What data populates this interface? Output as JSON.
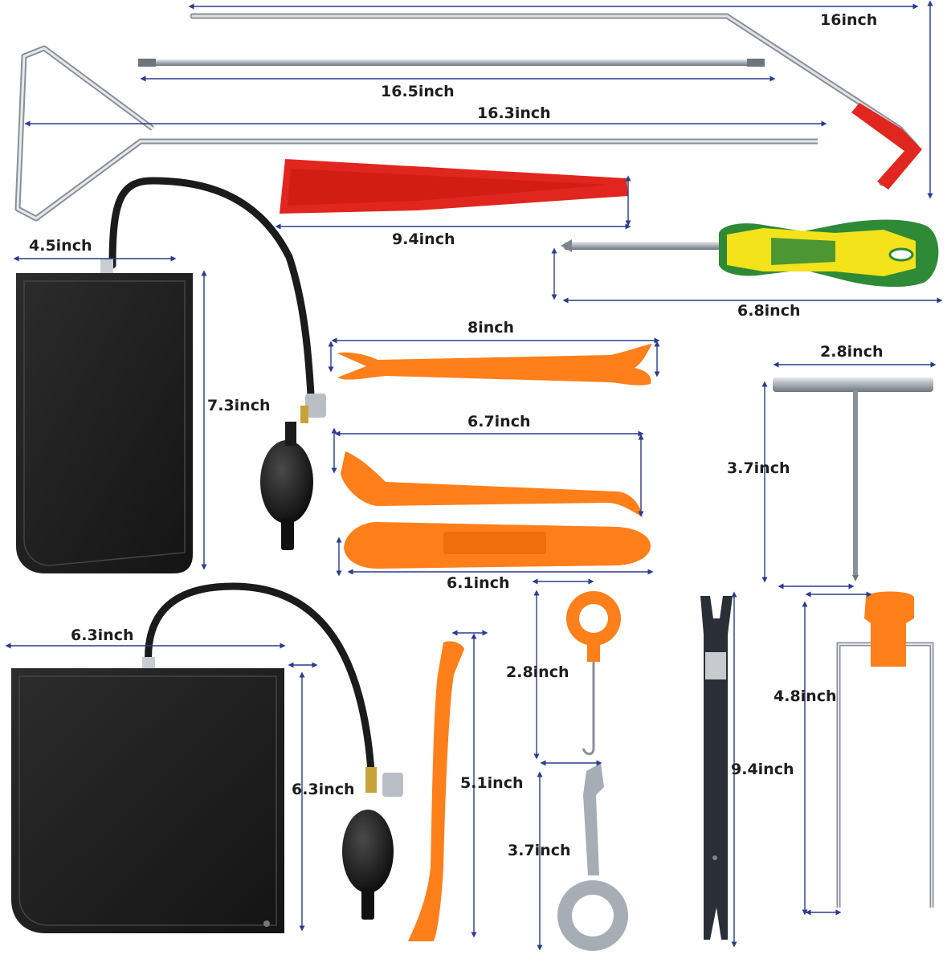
{
  "colors": {
    "background": "#ffffff",
    "dimension_line": "#2b3c8f",
    "label_text": "#1e1e1e",
    "steel": "#b9bec4",
    "steel_dark": "#7d848c",
    "red_tool": "#e1261f",
    "orange_tool": "#ff7f1a",
    "air_bag": "#1d1d1d",
    "handle_green": "#2e8a36",
    "handle_yellow": "#f4e21b"
  },
  "labels": {
    "long_reach_16": "16inch",
    "rod_16_5": "16.5inch",
    "hook_16_3": "16.3inch",
    "wedge_9_4": "9.4inch",
    "screwdriver_6_8": "6.8inch",
    "bag_small_width": "4.5inch",
    "bag_small_height": "7.3inch",
    "trim_8": "8inch",
    "trim_6_7": "6.7inch",
    "trim_6_1": "6.1inch",
    "t_handle_width": "2.8inch",
    "t_handle_height": "3.7inch",
    "bag_large_width": "6.3inch",
    "bag_large_height": "6.3inch",
    "pry_5_1": "5.1inch",
    "ring_hook_2_8": "2.8inch",
    "key_3_7": "3.7inch",
    "flat_bar_9_4": "9.4inch",
    "u_tool_4_8": "4.8inch"
  }
}
